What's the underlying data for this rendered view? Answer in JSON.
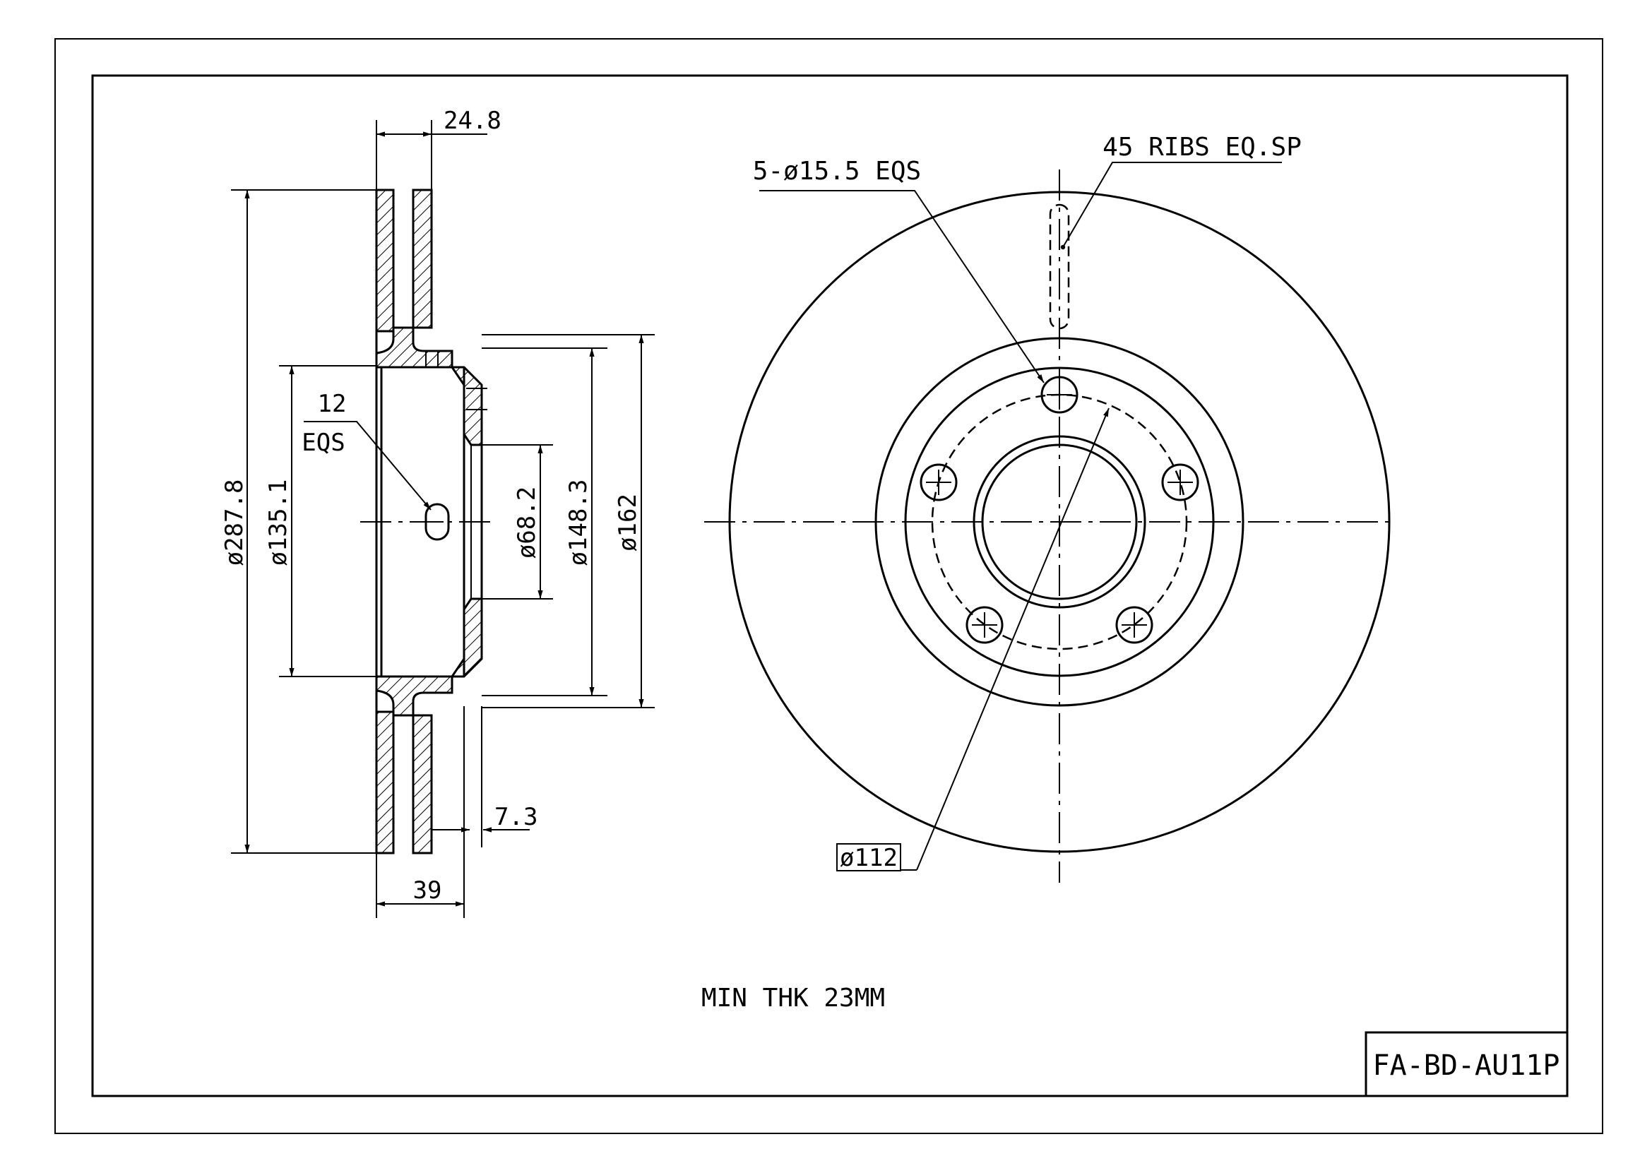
{
  "dimensions": {
    "width_top": "24.8",
    "outer_diameter": "ø287.8",
    "bore_diameter": "ø135.1",
    "center_hole": "ø68.2",
    "hub_inner": "ø148.3",
    "hub_outer": "ø162",
    "hat_offset": "7.3",
    "total_height": "39",
    "pcd": "ø112"
  },
  "callouts": {
    "holes_count": "12",
    "holes_eqs": "EQS",
    "bolt_holes": "5-ø15.5 EQS",
    "ribs": "45 RIBS EQ.SP"
  },
  "notes": {
    "min_thickness": "MIN THK 23MM"
  },
  "title_block": {
    "part_number": "FA-BD-AU11P"
  }
}
